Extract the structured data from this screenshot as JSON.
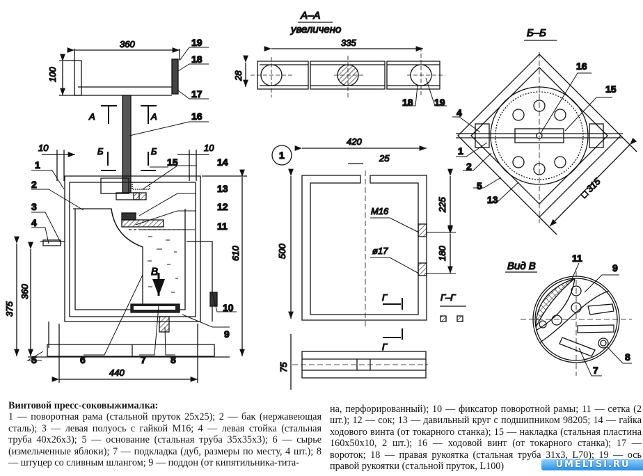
{
  "title": "Винтовой пресс-соковыжималка:",
  "views": {
    "main": {
      "dims": {
        "handle_width": "360",
        "handle_height": "100",
        "gap_left": "10",
        "gap_right": "10",
        "height_total": "610",
        "height_375": "375",
        "height_360": "360",
        "base_width": "440"
      },
      "section_marks": {
        "a_left": "А",
        "a_right": "А",
        "b_left": "Б",
        "b_right": "Б",
        "view_v": "В"
      },
      "callouts": [
        "1",
        "2",
        "3",
        "4",
        "5",
        "6",
        "7",
        "8",
        "9",
        "10",
        "11",
        "12",
        "13",
        "14",
        "15",
        "16",
        "17",
        "18",
        "19"
      ]
    },
    "section_aa": {
      "title": "А–А",
      "subtitle": "увеличено",
      "dim_length": "335",
      "dim_height": "28",
      "callouts": [
        "18",
        "19"
      ]
    },
    "frame_detail": {
      "marker": "1",
      "dim_width": "420",
      "dim_slot": "25",
      "dim_height": "500",
      "dim_upper": "225",
      "dim_lower": "180",
      "label_thread": "М16",
      "label_hole": "ø17",
      "section_mark": "Г",
      "section_title": "Г–Г",
      "dim_base": "75"
    },
    "section_bb": {
      "title": "Б–Б",
      "dim_square": "□ 315",
      "callouts": [
        "16",
        "15",
        "4",
        "1",
        "2",
        "5",
        "13"
      ]
    },
    "view_v": {
      "title": "Вид В",
      "callouts": [
        "11",
        "9",
        "8",
        "7"
      ]
    }
  },
  "caption": {
    "left": "1 — поворотная рама (стальной пруток 25х25); 2 — бак (нержавеющая сталь); 3 — левая полуось с гайкой М16; 4 — левая стойка (стальная труба 40х26х3); 5 — основание (стальная труба 35х35х3); 6 — сырье (измельченные яблоки); 7 — подкладка (дуб, размеры по месту, 4 шт.); 8 — штуцер со сливным шлангом; 9 — поддон (от кипятильника-тита-",
    "right": "на, перфорированный); 10 — фиксатор поворотной рамы; 11 — сетка (2 шт.); 12 — сок; 13 — давильный круг с подшипником 98205; 14 — гайка ходового винта (от токарного станка); 15 — накладка (стальная пластина 160х50х10, 2 шт.); 16 — ходовой винт (от токарного станка); 17 — вороток; 18 — правая рукоятка (стальная труба 31х3, L70); 19 — ось правой рукоятки (стальной пруток, L100)"
  },
  "watermark": "UMELTSI.RU",
  "colors": {
    "ink": "#111111",
    "paper": "#ffffff",
    "watermark": "#2b8fe0"
  }
}
